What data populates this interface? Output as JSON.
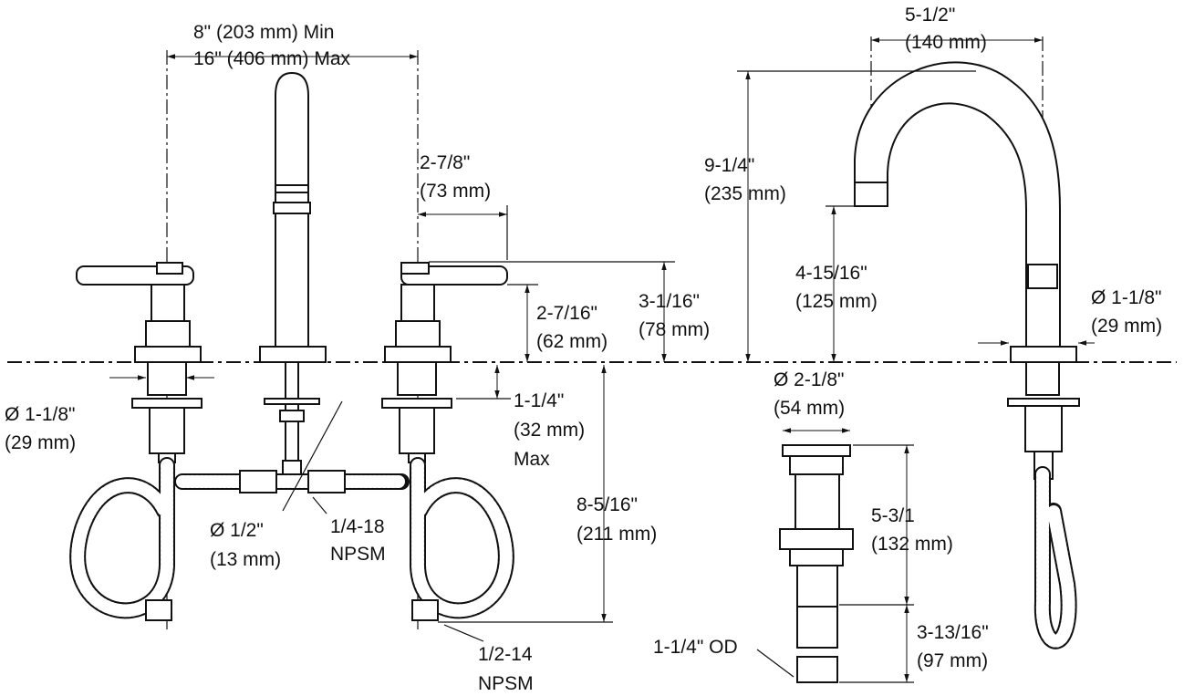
{
  "colors": {
    "line": "#111111",
    "background": "#ffffff"
  },
  "dimensions": {
    "spread_min": "8\" (203 mm) Min",
    "spread_max": "16\" (406 mm) Max",
    "handle_reach_in": "2-7/8\"",
    "handle_reach_mm": "(73 mm)",
    "handle_height_in": "2-7/16\"",
    "handle_height_mm": "(62 mm)",
    "handle_total_in": "3-1/16\"",
    "handle_total_mm": "(78 mm)",
    "left_diam_in": "Ø 1-1/8\"",
    "left_diam_mm": "(29 mm)",
    "deck_thick_in": "1-1/4\"",
    "deck_thick_mm": "(32 mm)",
    "deck_thick_max": "Max",
    "under_depth_in": "8-5/16\"",
    "under_depth_mm": "(211 mm)",
    "hose_diam_in": "Ø 1/2\"",
    "hose_diam_mm": "(13 mm)",
    "thread_small_in": "1/4-18",
    "thread_small_label": "NPSM",
    "thread_large_in": "1/2-14",
    "thread_large_label": "NPSM",
    "spout_reach_in": "5-1/2\"",
    "spout_reach_mm": "(140 mm)",
    "spout_height_in": "9-1/4\"",
    "spout_height_mm": "(235 mm)",
    "spout_clear_in": "4-15/16\"",
    "spout_clear_mm": "(125 mm)",
    "spout_base_diam_in": "Ø 1-1/8\"",
    "spout_base_diam_mm": "(29 mm)",
    "drain_diam_in": "Ø 2-1/8\"",
    "drain_diam_mm": "(54 mm)",
    "drain_len_in": "5-3/1",
    "drain_len_mm": "(132 mm)",
    "drain_tail_in": "3-13/16\"",
    "drain_tail_mm": "(97 mm)",
    "drain_od": "1-1/4\" OD"
  }
}
